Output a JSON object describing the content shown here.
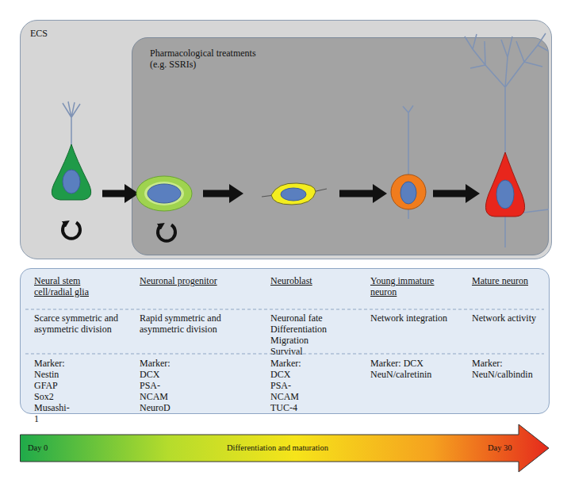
{
  "diagram": {
    "nodes": [
      {
        "text": [
          "ECS"
        ]
      },
      {
        "text": [
          "Pharmacological treatments (e.g. SSRIs)"
        ],
        "in": 0
      },
      {
        "text": [
          "Neural stem cell/radial glia",
          "Neuronal progenitor",
          "Neuroblast",
          "Young immature neuron",
          "Mature neuron",
          "Scarce symmetric and asymmetric division",
          "Rapid symmetric and asymmetric division",
          "Neuronal fate Differentiation Migration Survival",
          "Network integration",
          "Network activity",
          "Marker: Nestin GFAP Sox2 Musashi-1",
          "Marker: DCX PSA-NCAM NeuroD",
          "Marker: DCX PSA-NCAM TUC-4",
          "Marker: DCX NeuN/calretinin",
          "Marker: NeuN/calbindin"
        ]
      },
      {
        "text": [
          "Day 0",
          "Differentiation and maturation",
          "Day 30"
        ]
      }
    ]
  }
}
